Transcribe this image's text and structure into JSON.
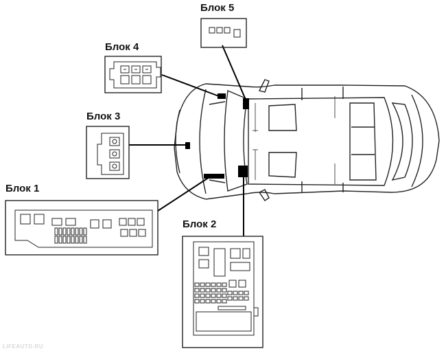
{
  "labels": {
    "block1": "Блок 1",
    "block2": "Блок 2",
    "block3": "Блок 3",
    "block4": "Блок 4",
    "block5": "Блок 5"
  },
  "watermark": "LIFEAUTO.RU",
  "colors": {
    "line": "#000000",
    "outline": "#222222",
    "background": "#ffffff"
  }
}
